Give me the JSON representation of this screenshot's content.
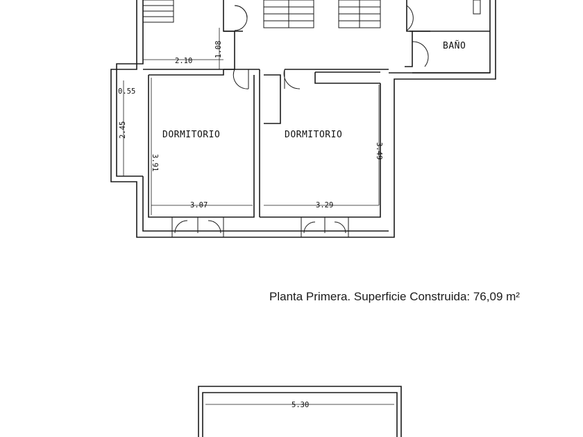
{
  "rooms": {
    "bano": "BAÑO",
    "dormitorio_left": "DORMITORIO",
    "dormitorio_right": "DORMITORIO"
  },
  "dimensions": {
    "hall_width": "2.10",
    "hall_depth": "1.08",
    "balcony_top": "0.55",
    "balcony_length": "2.45",
    "left_room_depth": "3.91",
    "left_room_width": "3.07",
    "right_room_depth": "3.49",
    "right_room_width": "3.29",
    "lower_plan_width": "5.30"
  },
  "caption": "Planta Primera. Superficie Construida: 76,09 m²"
}
